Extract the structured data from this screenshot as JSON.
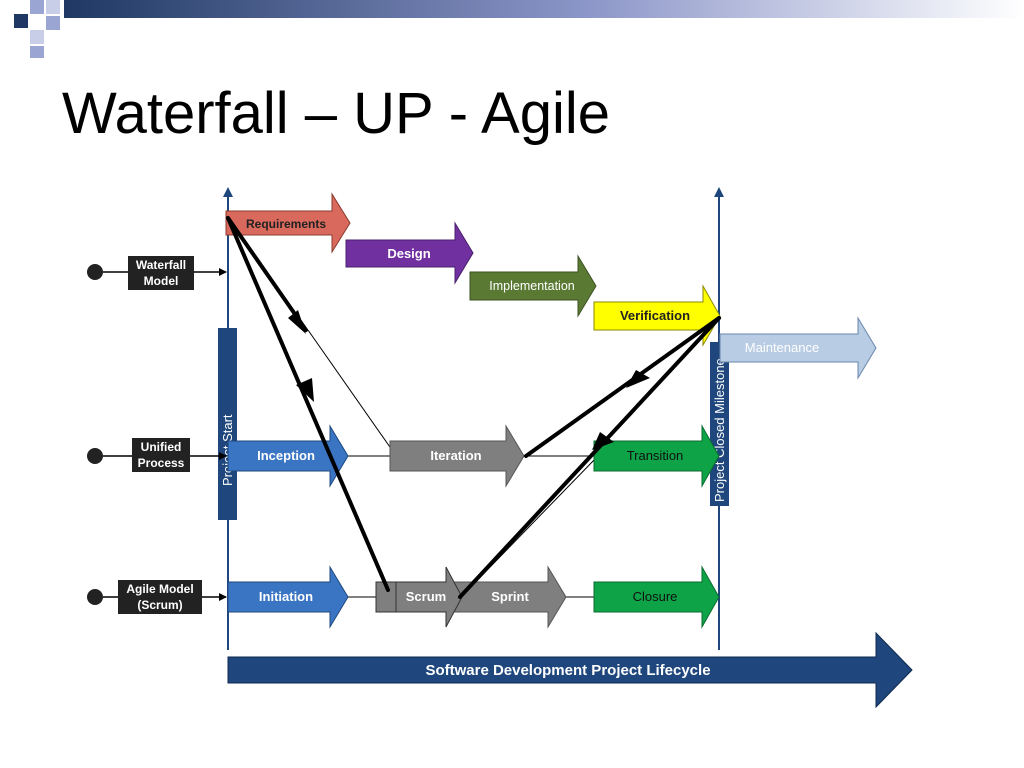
{
  "slide": {
    "title": "Waterfall – UP - Agile"
  },
  "colors": {
    "requirements": "#d9695c",
    "design": "#7030a0",
    "implementation": "#5a7a34",
    "verification": "#ffff00",
    "maintenance": "#b8cce4",
    "blue_phase": "#3a75c4",
    "gray_phase": "#7f7f7f",
    "green_phase": "#0ea347",
    "lifecycle": "#1f477d",
    "accent_dark": "#1f3864",
    "accent_mid": "#5b6fb0"
  },
  "models": {
    "waterfall": {
      "line1": "Waterfall",
      "line2": "Model"
    },
    "unified": {
      "line1": "Unified",
      "line2": "Process"
    },
    "agile": {
      "line1": "Agile Model",
      "line2": "(Scrum)"
    }
  },
  "waterfall_phases": {
    "requirements": "Requirements",
    "design": "Design",
    "implementation": "Implementation",
    "verification": "Verification",
    "maintenance": "Maintenance"
  },
  "up_phases": {
    "inception": "Inception",
    "iteration": "Iteration",
    "transition": "Transition"
  },
  "agile_phases": {
    "initiation": "Initiation",
    "scrum": "Scrum",
    "sprint": "Sprint",
    "closure": "Closure"
  },
  "milestones": {
    "start": "Project Start",
    "closed": "Project Closed Milestone"
  },
  "lifecycle_label": "Software Development Project Lifecycle"
}
